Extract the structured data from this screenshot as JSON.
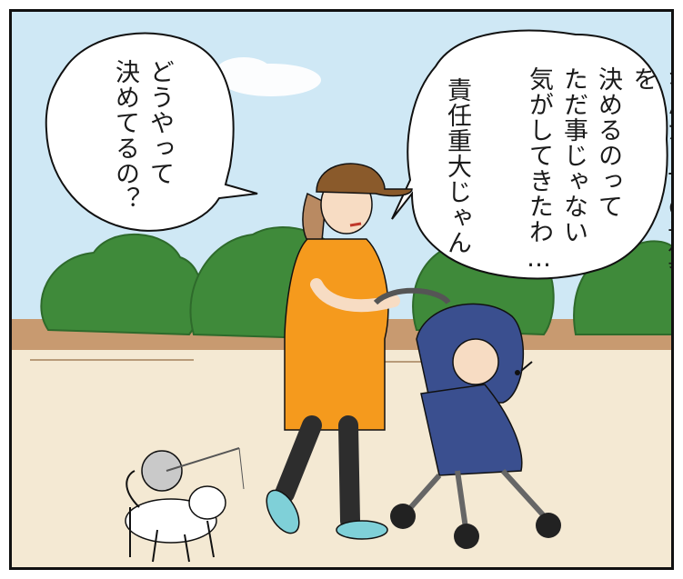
{
  "speech_right": {
    "lines": [
      "なんか、市の予算を",
      "決めるのって",
      "ただ事じゃない",
      "気がしてきたわ…"
    ],
    "aside": "責任重大じゃん"
  },
  "speech_left": {
    "lines": [
      "どうやって",
      "決めてるの？"
    ]
  },
  "colors": {
    "sky": "#cfe8f5",
    "ground": "#f4e9d3",
    "trees": "#3f8a3a",
    "dress": "#f59a1d",
    "hat": "#8a5a2b",
    "stroller": "#3a4f8f",
    "shoes": "#7fd0d8"
  }
}
